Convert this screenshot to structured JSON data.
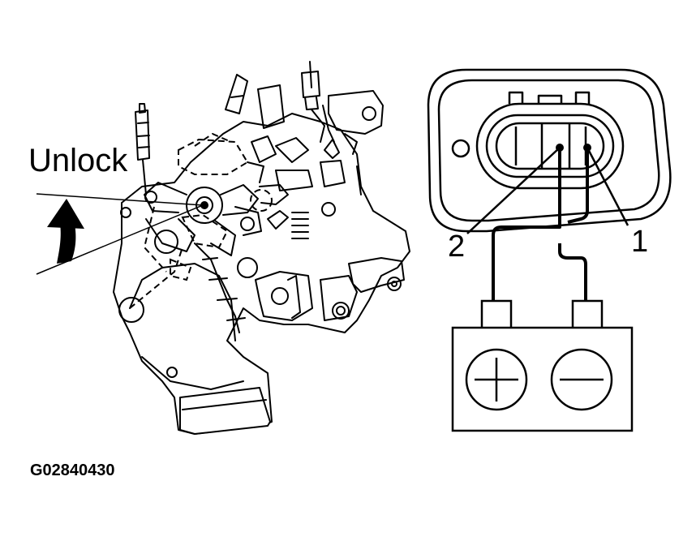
{
  "labels": {
    "unlock": "Unlock",
    "pin_2": "2",
    "pin_1": "1",
    "figure_code": "G02840430"
  },
  "battery": {
    "positive_symbol": "+",
    "negative_symbol": "−"
  },
  "icons": {
    "rotation_arrow": "curved-arrow-up-icon"
  },
  "colors": {
    "line": "#000000",
    "background": "#ffffff"
  }
}
